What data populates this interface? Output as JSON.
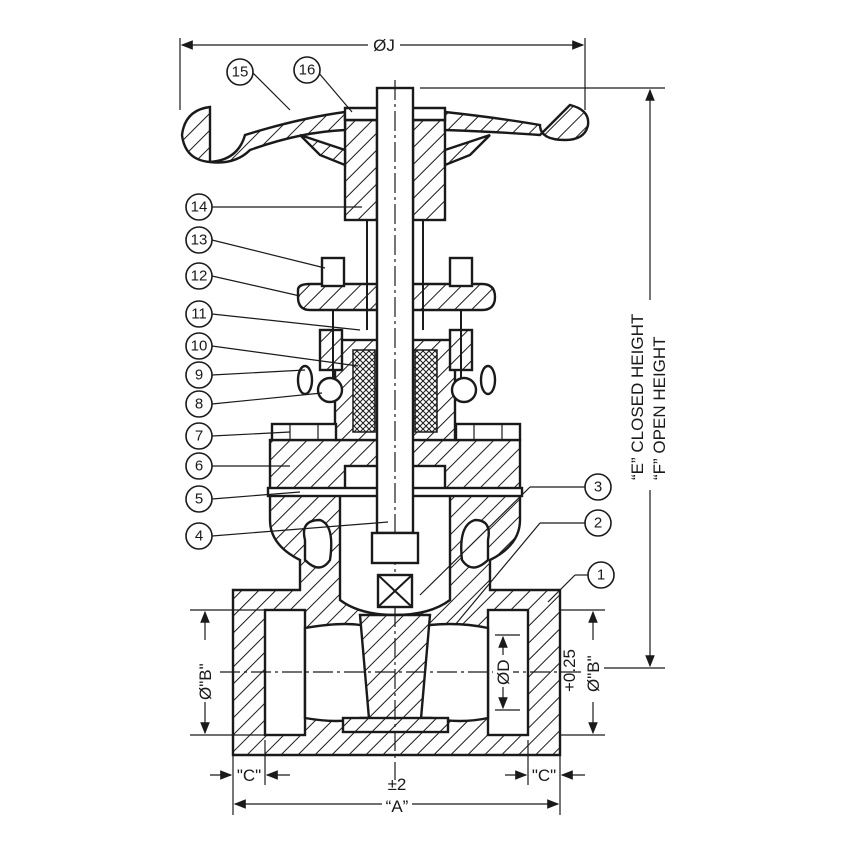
{
  "dimensions": {
    "handwheel_diameter": "ØJ",
    "closed_height": "“E” CLOSED HEIGHT",
    "open_height": "“F” OPEN HEIGHT",
    "socket_bore_left": "Ø\"B\"",
    "socket_bore_right": "Ø\"B\"",
    "socket_tolerance": "+0.25",
    "port_diameter": "ØD",
    "socket_depth_left": "\"C\"",
    "socket_depth_right": "\"C\"",
    "length_tolerance": "±2",
    "length": "“A”"
  },
  "balloons": [
    "1",
    "2",
    "3",
    "4",
    "5",
    "6",
    "7",
    "8",
    "9",
    "10",
    "11",
    "12",
    "13",
    "14",
    "15",
    "16"
  ]
}
